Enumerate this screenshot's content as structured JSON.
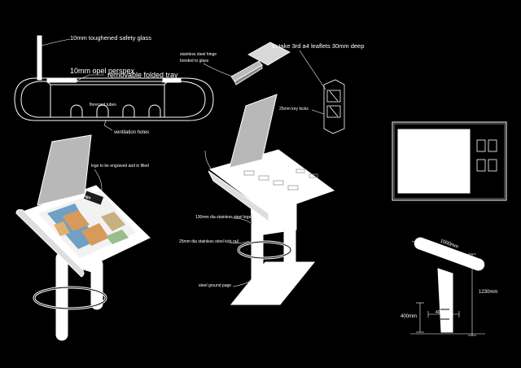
{
  "colors": {
    "background": "#000000",
    "line": "#ffffff",
    "glass": "#b8b8b8"
  },
  "annotations": {
    "safety_glass": "10mm toughened safety glass",
    "perspex": "10mm opel perspex",
    "folded_tray": "removable folded tray",
    "tubes": "florecent tubes",
    "vent_holes": "ventilation holes",
    "hinge_line1": "stainless steel hinge",
    "hinge_line2": "bonded to glass",
    "leaflets": "to take 3rd a4 leaflets 30mm deep",
    "key_locks": "25mm key locks",
    "logo": "logo to be engraved and in filled",
    "legs": "130mm dia stainless steel legs",
    "kick_rail": "25mm dia stainless steel kick rail",
    "ground_page": "steel ground page"
  },
  "dimensions": {
    "width_top": "1000mm",
    "height_total": "1230mm",
    "rail_height": "400mm",
    "rail_spacing": "400mm"
  },
  "logo_text": "logo"
}
